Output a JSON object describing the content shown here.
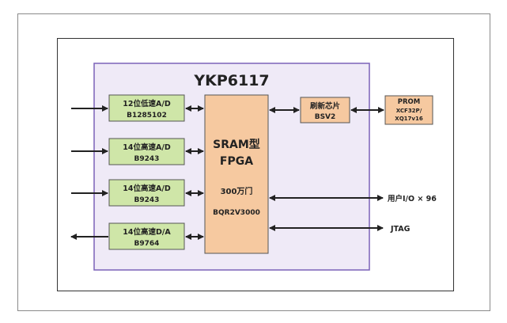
{
  "diagram": {
    "title": "YKP6117",
    "adc1": {
      "line1": "12位低速A/D",
      "line2": "B1285102"
    },
    "adc2": {
      "line1": "14位高速A/D",
      "line2": "B9243"
    },
    "adc3": {
      "line1": "14位高速A/D",
      "line2": "B9243"
    },
    "dac": {
      "line1": "14位高速D/A",
      "line2": "B9764"
    },
    "fpga": {
      "line1": "SRAM型",
      "line2": "FPGA",
      "line3": "300万门",
      "line4": "BQR2V3000"
    },
    "refresh": {
      "line1": "刷新芯片",
      "line2": "BSV2"
    },
    "prom": {
      "line1": "PROM",
      "line2": "XCF32P/",
      "line3": "XQ17v16"
    },
    "user_io_label": "用户I/O × 96",
    "jtag_label": "JTAG"
  },
  "colors": {
    "board_fill": "#efeaf7",
    "board_border": "#7b62b8",
    "converter_fill": "#cfe6a8",
    "fpga_fill": "#f6c9a0",
    "refresh_fill": "#f6c9a0",
    "prom_fill": "#f6c9a0",
    "box_border": "#555555",
    "arrow": "#222222"
  }
}
